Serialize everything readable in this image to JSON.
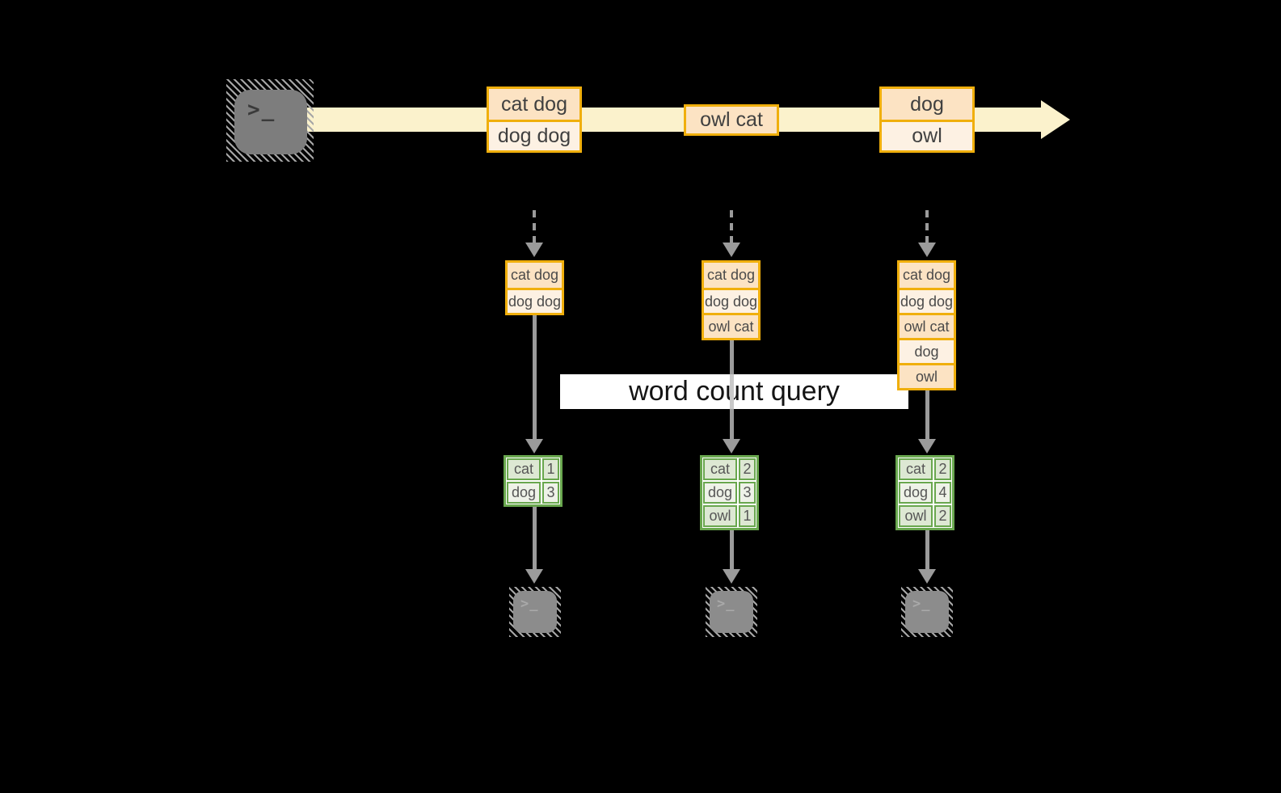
{
  "banner": {
    "label": "word count query"
  },
  "icons": {
    "terminal_glyph": ">_"
  },
  "colors": {
    "background": "#000000",
    "stream_fill": "#FBF2CC",
    "record_border": "#F0AF0C",
    "record_fill_dark": "#FCE3C3",
    "record_fill_light": "#FDF1E3",
    "table_border": "#69A74E",
    "table_fill_dark": "#DDE8D3",
    "table_fill_light": "#EEF2E8",
    "arrow_gray": "#9B9B9B",
    "banner_bg": "#FFFFFF"
  },
  "columns": [
    {
      "stream_box": [
        "cat dog",
        "dog dog"
      ],
      "buffer": [
        "cat dog",
        "dog dog"
      ],
      "counts": [
        {
          "word": "cat",
          "count": "1"
        },
        {
          "word": "dog",
          "count": "3"
        }
      ]
    },
    {
      "stream_box": [
        "owl cat"
      ],
      "buffer": [
        "cat dog",
        "dog dog",
        "owl cat"
      ],
      "counts": [
        {
          "word": "cat",
          "count": "2"
        },
        {
          "word": "dog",
          "count": "3"
        },
        {
          "word": "owl",
          "count": "1"
        }
      ]
    },
    {
      "stream_box": [
        "dog",
        "owl"
      ],
      "buffer": [
        "cat dog",
        "dog dog",
        "owl cat",
        "dog",
        "owl"
      ],
      "counts": [
        {
          "word": "cat",
          "count": "2"
        },
        {
          "word": "dog",
          "count": "4"
        },
        {
          "word": "owl",
          "count": "2"
        }
      ]
    }
  ]
}
